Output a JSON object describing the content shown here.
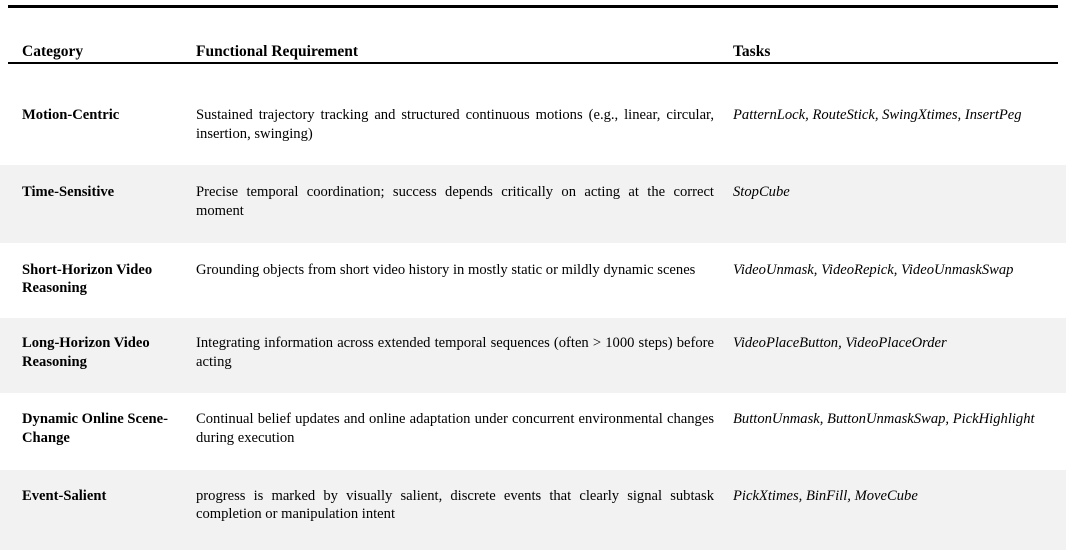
{
  "table": {
    "columns": [
      {
        "key": "category",
        "label": "Category"
      },
      {
        "key": "requirement",
        "label": "Functional Requirement"
      },
      {
        "key": "tasks",
        "label": "Tasks"
      }
    ],
    "rows": [
      {
        "category": "Motion-Centric",
        "requirement": "Sustained trajectory tracking and structured continuous motions (e.g., linear, circular, insertion, swinging)",
        "tasks": "PatternLock, RouteStick, SwingXtimes, InsertPeg",
        "shaded": false
      },
      {
        "category": "Time-Sensitive",
        "requirement": "Precise temporal coordination; success depends critically on acting at the correct moment",
        "tasks": "StopCube",
        "shaded": true
      },
      {
        "category": "Short-Horizon Video Reasoning",
        "requirement": "Grounding objects from short video history in mostly static or mildly dynamic scenes",
        "tasks": "VideoUnmask, VideoRepick, VideoUnmaskSwap",
        "shaded": false
      },
      {
        "category": "Long-Horizon Video Reasoning",
        "requirement": "Integrating information across extended temporal sequences (often > 1000 steps) before acting",
        "tasks": "VideoPlaceButton, VideoPlaceOrder",
        "shaded": true
      },
      {
        "category": "Dynamic Online Scene-Change",
        "requirement": "Continual belief updates and online adaptation under concurrent environmental changes during execution",
        "tasks": "ButtonUnmask, ButtonUnmaskSwap, PickHighlight",
        "shaded": false
      },
      {
        "category": "Event-Salient",
        "requirement": "progress is marked by visually salient, discrete events that clearly signal subtask completion or manipulation intent",
        "tasks": "PickXtimes, BinFill, MoveCube",
        "shaded": true
      }
    ]
  },
  "style": {
    "stripe_color": "#f2f2f2",
    "rule_color": "#000000",
    "text_color": "#000000",
    "background": "#ffffff"
  }
}
